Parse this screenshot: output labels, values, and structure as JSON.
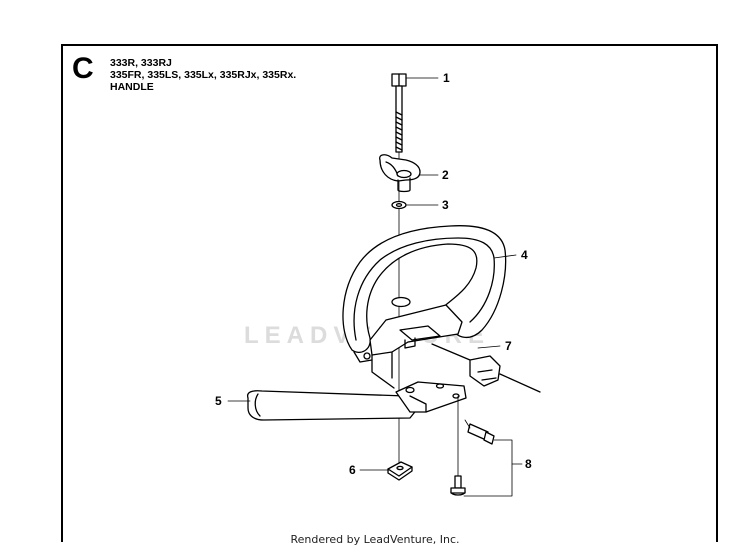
{
  "header": {
    "section_letter": "C",
    "models_line1": "333R, 333RJ",
    "models_line2": "335FR, 335LS, 335Lx, 335RJx, 335Rx.",
    "title": "HANDLE"
  },
  "callouts": [
    "1",
    "2",
    "3",
    "4",
    "5",
    "6",
    "7",
    "8"
  ],
  "watermark": "LEADVENTURE",
  "footer": "Rendered by LeadVenture, Inc."
}
